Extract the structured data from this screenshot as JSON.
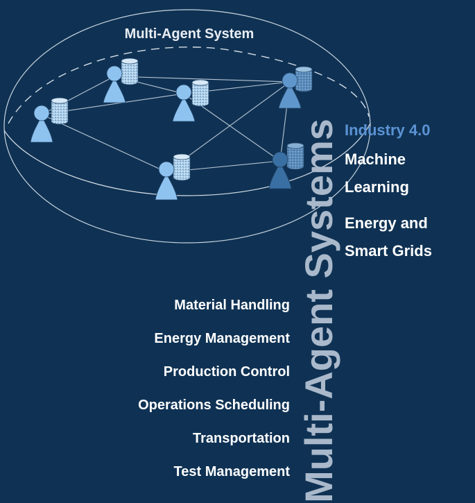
{
  "diagram": {
    "title": "Multi-Agent System",
    "vertical_title": "Multi-Agent Systems",
    "applications": [
      "Material Handling",
      "Energy Management",
      "Production Control",
      "Operations Scheduling",
      "Transportation",
      "Test Management"
    ],
    "topics": [
      {
        "line1": "Industry 4.0",
        "line2": ""
      },
      {
        "line1": "Machine",
        "line2": "Learning"
      },
      {
        "line1": "Energy and",
        "line2": "Smart Grids"
      }
    ],
    "colors": {
      "background": "#0f3254",
      "agent_fill": "#8ec3f0",
      "agent_dark_fill": "#3a6fa3",
      "highlight_text": "#5b93d4",
      "vertical_text": "#a9b9cb"
    }
  }
}
